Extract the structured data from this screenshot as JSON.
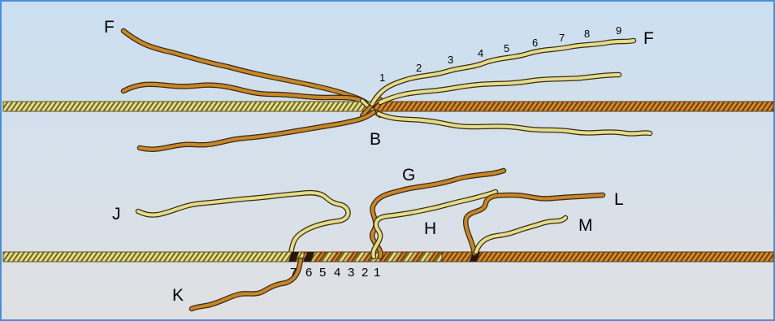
{
  "colors": {
    "bg_top": "#cfe0ef",
    "bg_bottom": "#dedfe3",
    "frame": "#4a8fd8",
    "yellow": "#e3dc8a",
    "orange": "#c8862a",
    "dark": "#3a200c"
  },
  "labels": {
    "F_left": "F",
    "F_right": "F",
    "B": "B",
    "G": "G",
    "H": "H",
    "J": "J",
    "K": "K",
    "L": "L",
    "M": "M"
  },
  "upper_numbers": [
    "1",
    "2",
    "3",
    "4",
    "5",
    "6",
    "7",
    "8",
    "9"
  ],
  "lower_numbers": [
    "7",
    "6",
    "5",
    "4",
    "3",
    "2",
    "1"
  ]
}
